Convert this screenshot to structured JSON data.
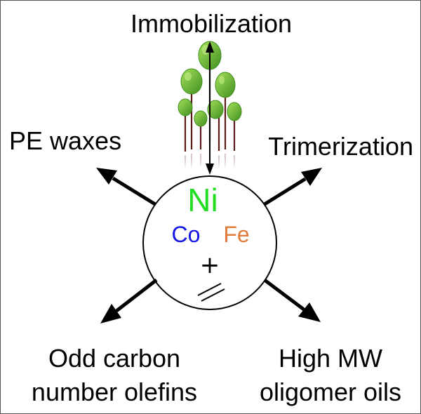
{
  "labels": {
    "top": "Immobilization",
    "upper_left": "PE waxes",
    "upper_right": "Trimerization",
    "lower_left_line1": "Odd carbon",
    "lower_left_line2": "number olefins",
    "lower_right_line1": "High MW",
    "lower_right_line2": "oligomer oils"
  },
  "center": {
    "metal_main": "Ni",
    "metal_left": "Co",
    "metal_right": "Fe",
    "plus": "+"
  },
  "colors": {
    "ni": "#22dd22",
    "co": "#1414e6",
    "fe": "#e07b3a",
    "arrow": "#000000",
    "tree_leaf": "#7ccd3c",
    "tree_leaf_dark": "#4a9a26",
    "tree_trunk": "#5a1a1a"
  },
  "icons": {
    "trees": "forest-icon",
    "ethylene": "double-bond-icon"
  }
}
